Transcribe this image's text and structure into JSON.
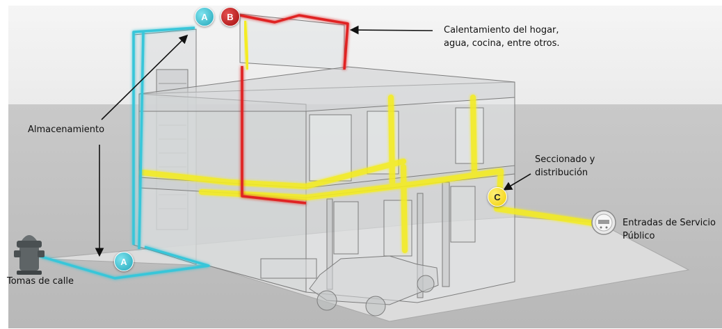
{
  "labels": {
    "heating": "Calentamiento del hogar,\nagua, cocina, entre otros.",
    "storage": "Almacenamiento",
    "sectioning": "Seccionado y\ndistribución",
    "service_entry": "Entradas de Servicio\nPúblico",
    "street_taps": "Tomas de calle"
  },
  "markers": {
    "a_top": "A",
    "b_top": "B",
    "a_ground": "A",
    "c": "C"
  },
  "colors": {
    "line_cyan": "#37c6d9",
    "line_red": "#e02020",
    "line_yellow": "#f4ec20",
    "marker_a": "#2bb3c4",
    "marker_b": "#c01818",
    "marker_c": "#f5d900",
    "sky": "#f0f0f0",
    "ground": "#c4c4c4"
  }
}
